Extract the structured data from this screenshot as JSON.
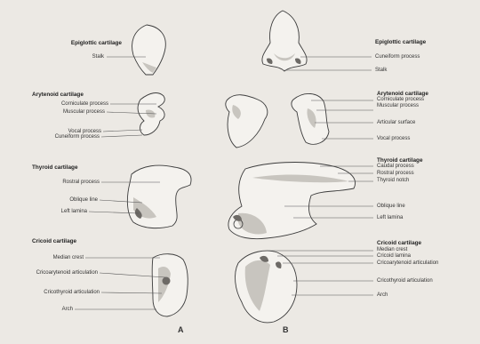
{
  "panel_a": {
    "letter": "A",
    "epiglottic": {
      "heading": "Epiglottic cartilage",
      "stalk": "Stalk"
    },
    "arytenoid": {
      "heading": "Arytenoid cartilage",
      "corniculate": "Corniculate process",
      "muscular": "Muscular process",
      "vocal": "Vocal process",
      "cuneiform": "Cuneiform process"
    },
    "thyroid": {
      "heading": "Thyroid cartilage",
      "rostral": "Rostral process",
      "oblique": "Oblique line",
      "lamina": "Left lamina"
    },
    "cricoid": {
      "heading": "Cricoid cartilage",
      "crest": "Median crest",
      "cricoarytenoid": "Cricoarytenoid articulation",
      "cricothyroid": "Cricothyroid articulation",
      "arch": "Arch"
    }
  },
  "panel_b": {
    "letter": "B",
    "epiglottic": {
      "heading": "Epiglottic cartilage",
      "cuneiform": "Cuneiform process",
      "stalk": "Stalk"
    },
    "arytenoid": {
      "heading": "Arytenoid cartilage",
      "corniculate": "Corniculate process",
      "muscular": "Muscular process",
      "articular": "Articular surface",
      "vocal": "Vocal process"
    },
    "thyroid": {
      "heading": "Thyroid cartilage",
      "caudal": "Caudal process",
      "rostral": "Rostral process",
      "notch": "Thyroid notch",
      "oblique": "Oblique line",
      "lamina": "Left lamina"
    },
    "cricoid": {
      "heading": "Cricoid cartilage",
      "crest": "Median crest",
      "lamina": "Cricoid lamina",
      "cricoarytenoid": "Cricoarytenoid articulation",
      "cricothyroid": "Cricothyroid articulation",
      "arch": "Arch"
    }
  }
}
